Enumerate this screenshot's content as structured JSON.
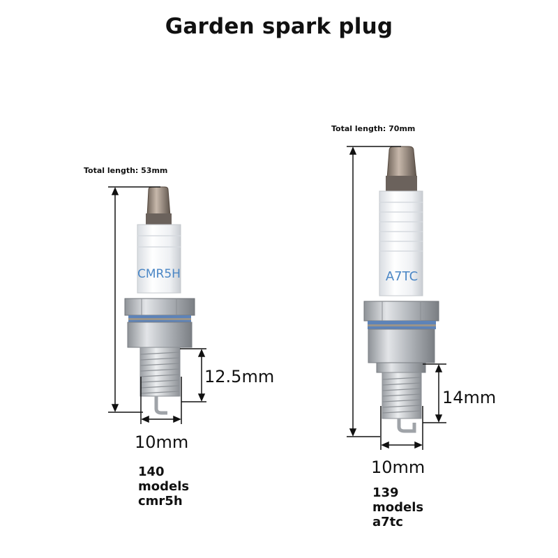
{
  "title": "Garden spark plug",
  "plugs": [
    {
      "total_length": "Total length: 53mm",
      "print": "CMR5H",
      "thread_length": "12.5mm",
      "diameter": "10mm",
      "model_lines": [
        "140",
        "models",
        "cmr5h"
      ]
    },
    {
      "total_length": "Total length: 70mm",
      "print": "A7TC",
      "thread_length": "14mm",
      "diameter": "10mm",
      "model_lines": [
        "139",
        "models",
        "a7tc"
      ]
    }
  ],
  "colors": {
    "insulator": "#f1f3f5",
    "metal": "#b9bcc0",
    "metal_dark": "#7d8186",
    "terminal": "#8a7a6e",
    "print": "#4a86c5",
    "blue_band": "#5d83b8"
  }
}
